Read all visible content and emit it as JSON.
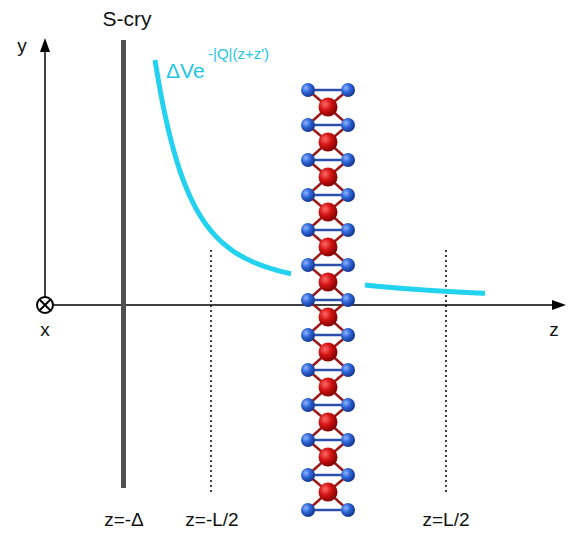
{
  "diagram": {
    "labels": [
      "S-cry",
      "y",
      "x",
      "z",
      "ΔVe",
      "-|Q|(z+z')",
      "z=-Δ",
      "z=-L/2",
      "z=L/2"
    ]
  }
}
